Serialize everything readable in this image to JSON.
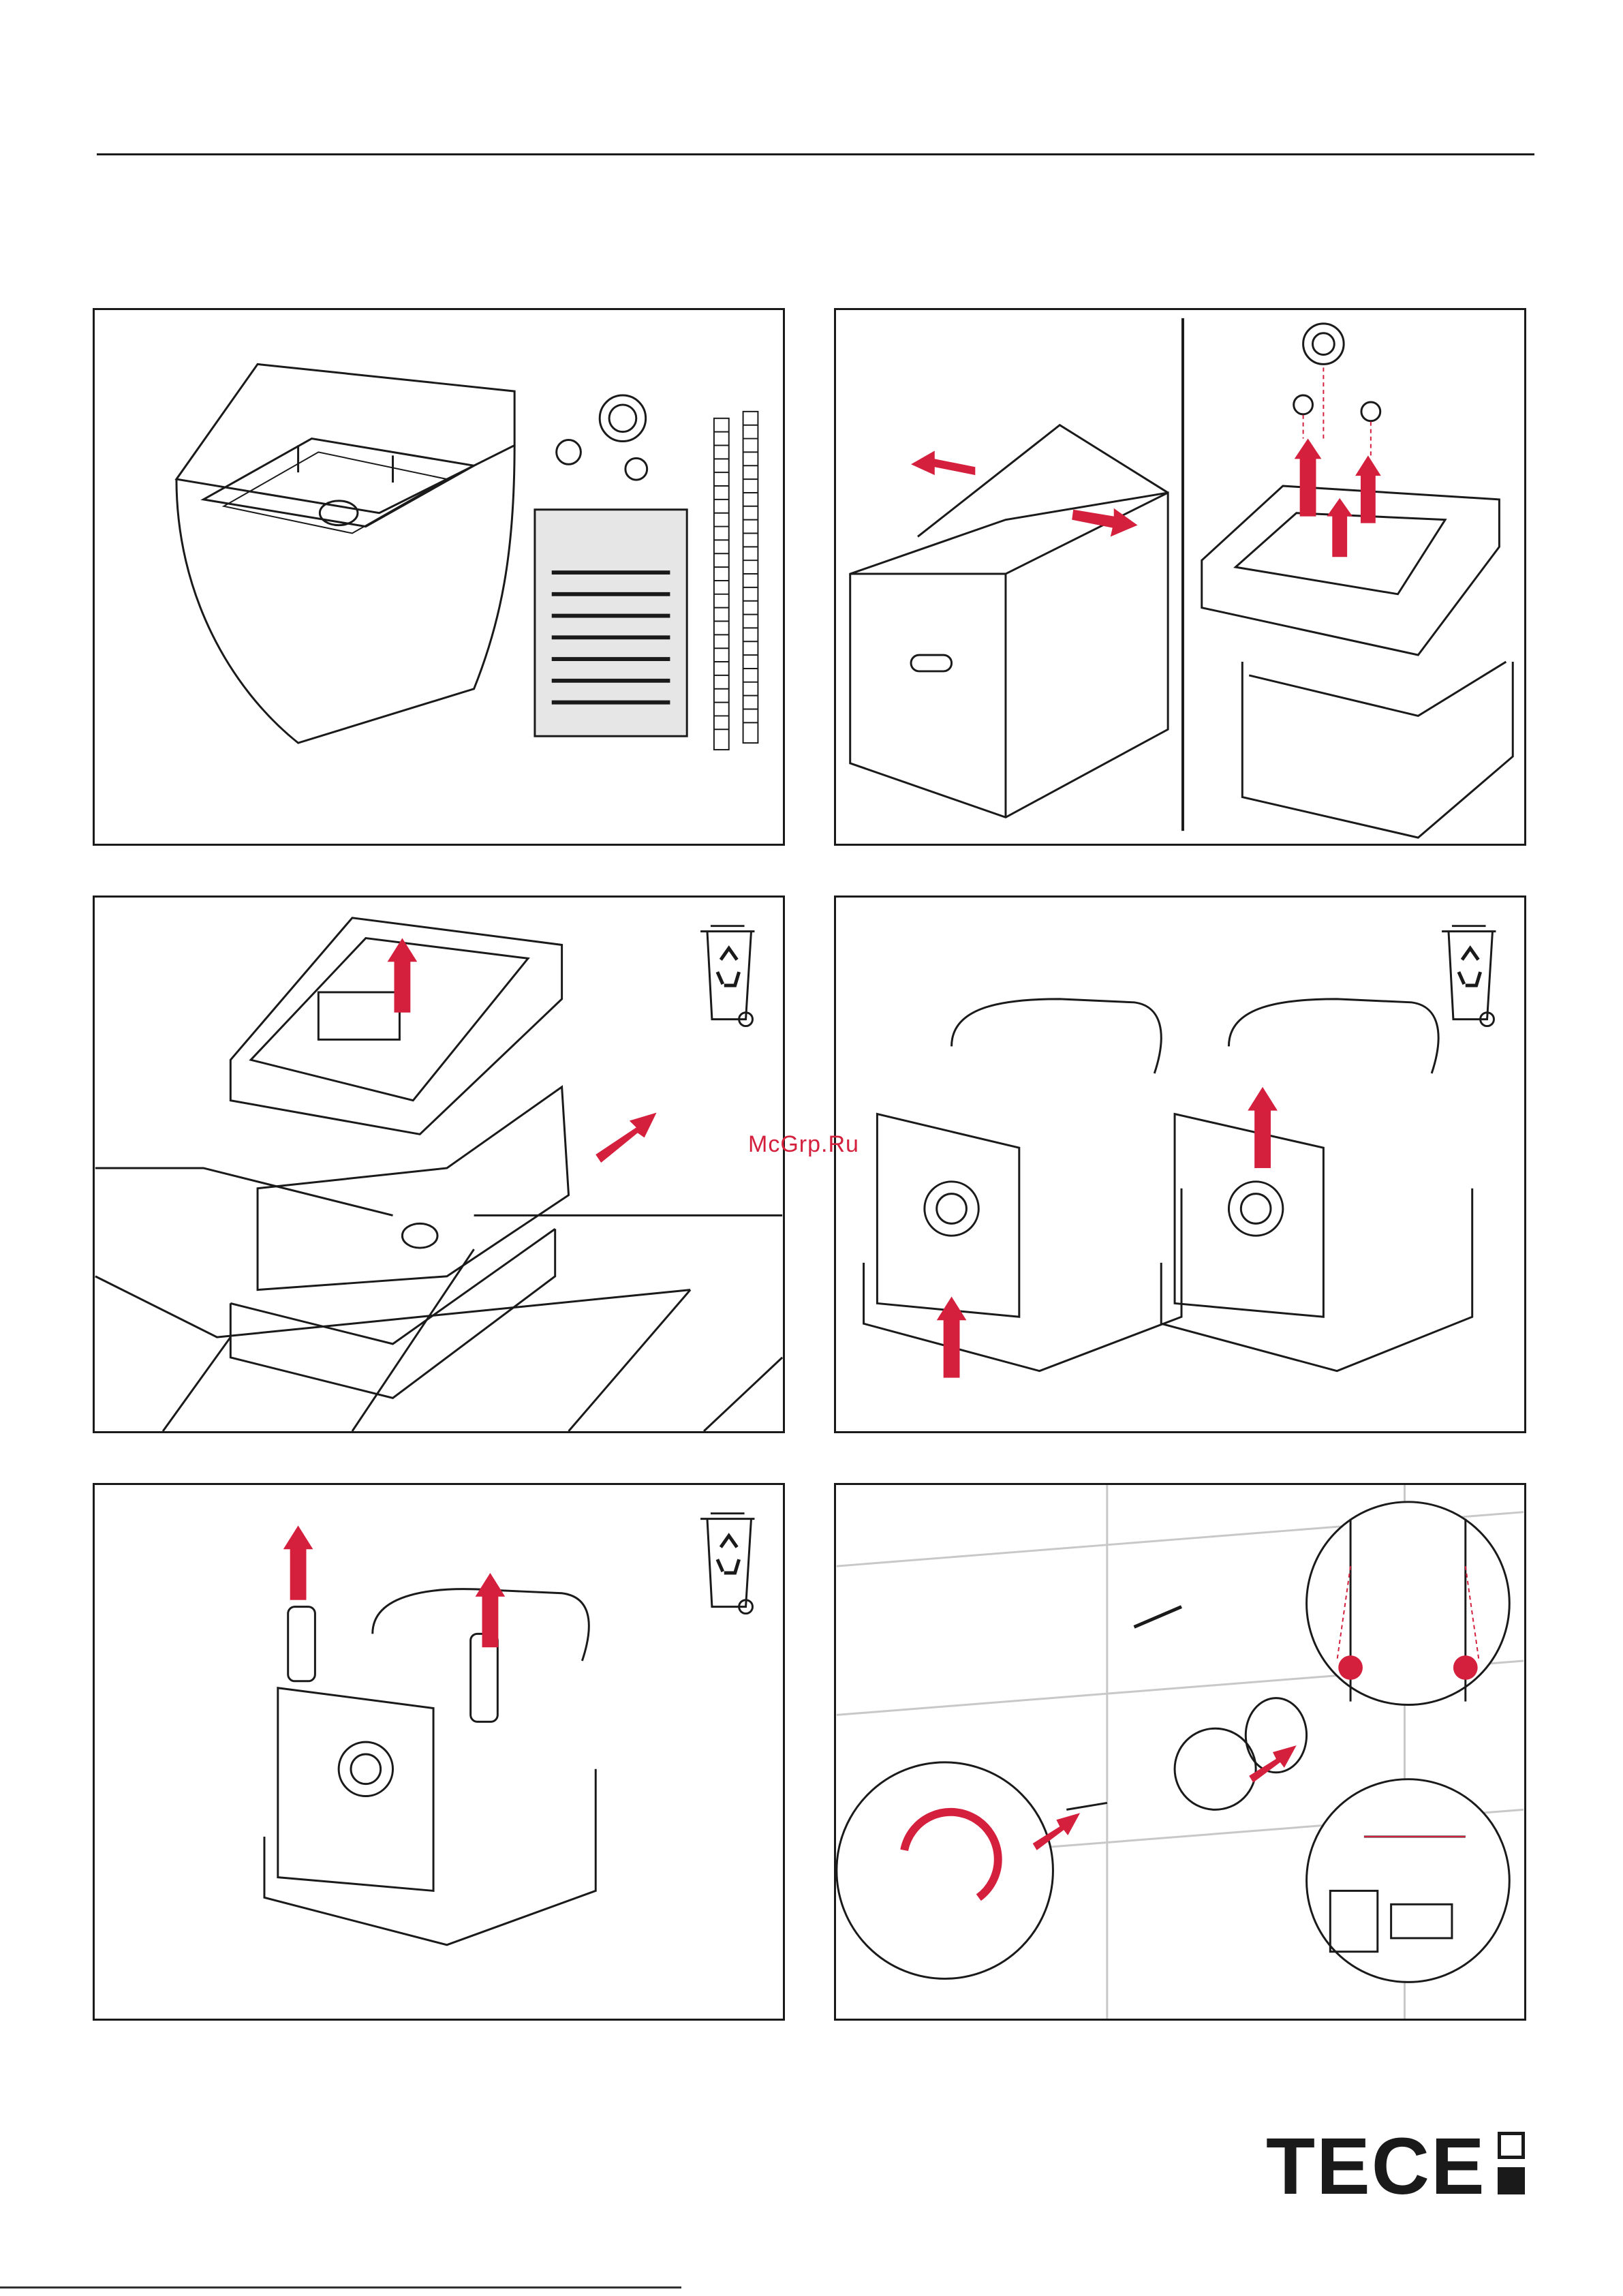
{
  "watermark": "McGrp.Ru",
  "brand": {
    "name": "TECE"
  },
  "colors": {
    "accent": "#d41f3d",
    "line": "#1a1a1a"
  },
  "panels": [
    {
      "id": 1,
      "icons": []
    },
    {
      "id": 2,
      "icons": []
    },
    {
      "id": 3,
      "icons": [
        "recycle-bin-icon"
      ]
    },
    {
      "id": 4,
      "icons": [
        "recycle-bin-icon"
      ]
    },
    {
      "id": 5,
      "icons": [
        "recycle-bin-icon"
      ]
    },
    {
      "id": 6,
      "icons": []
    }
  ]
}
